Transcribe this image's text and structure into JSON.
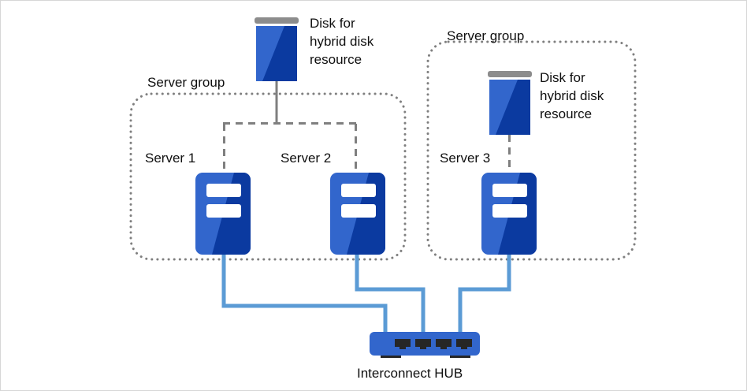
{
  "diagram": {
    "title_visible": false,
    "colors": {
      "server_light_blue": "#3266cc",
      "server_dark_blue": "#0b3aa0",
      "server_bar_white": "#ffffff",
      "disk_light_blue": "#3266cc",
      "disk_dark_blue": "#0b3aa0",
      "disk_cap_gray": "#8c8c8c",
      "hub_blue": "#3266cc",
      "hub_port_dark": "#262626",
      "network_line_blue": "#5b9bd5",
      "disk_link_gray": "#7f7f7f",
      "group_border_gray": "#7f7f7f",
      "text": "#0f0f0f",
      "frame_border": "#d6d6d6"
    },
    "groups": [
      {
        "id": "group-left",
        "label": "Server group"
      },
      {
        "id": "group-right",
        "label": "Server group"
      }
    ],
    "disks": [
      {
        "id": "disk-shared-left",
        "label": "Disk for\nhybrid disk\nresource"
      },
      {
        "id": "disk-right",
        "label": "Disk for\nhybrid disk\nresource"
      }
    ],
    "servers": [
      {
        "id": "server-1",
        "label": "Server 1"
      },
      {
        "id": "server-2",
        "label": "Server 2"
      },
      {
        "id": "server-3",
        "label": "Server 3"
      }
    ],
    "hub": {
      "id": "interconnect-hub",
      "label": "Interconnect HUB",
      "port_count": 4
    },
    "connections": {
      "disk_link_style": "dashed",
      "network_link_style": "solid"
    }
  }
}
